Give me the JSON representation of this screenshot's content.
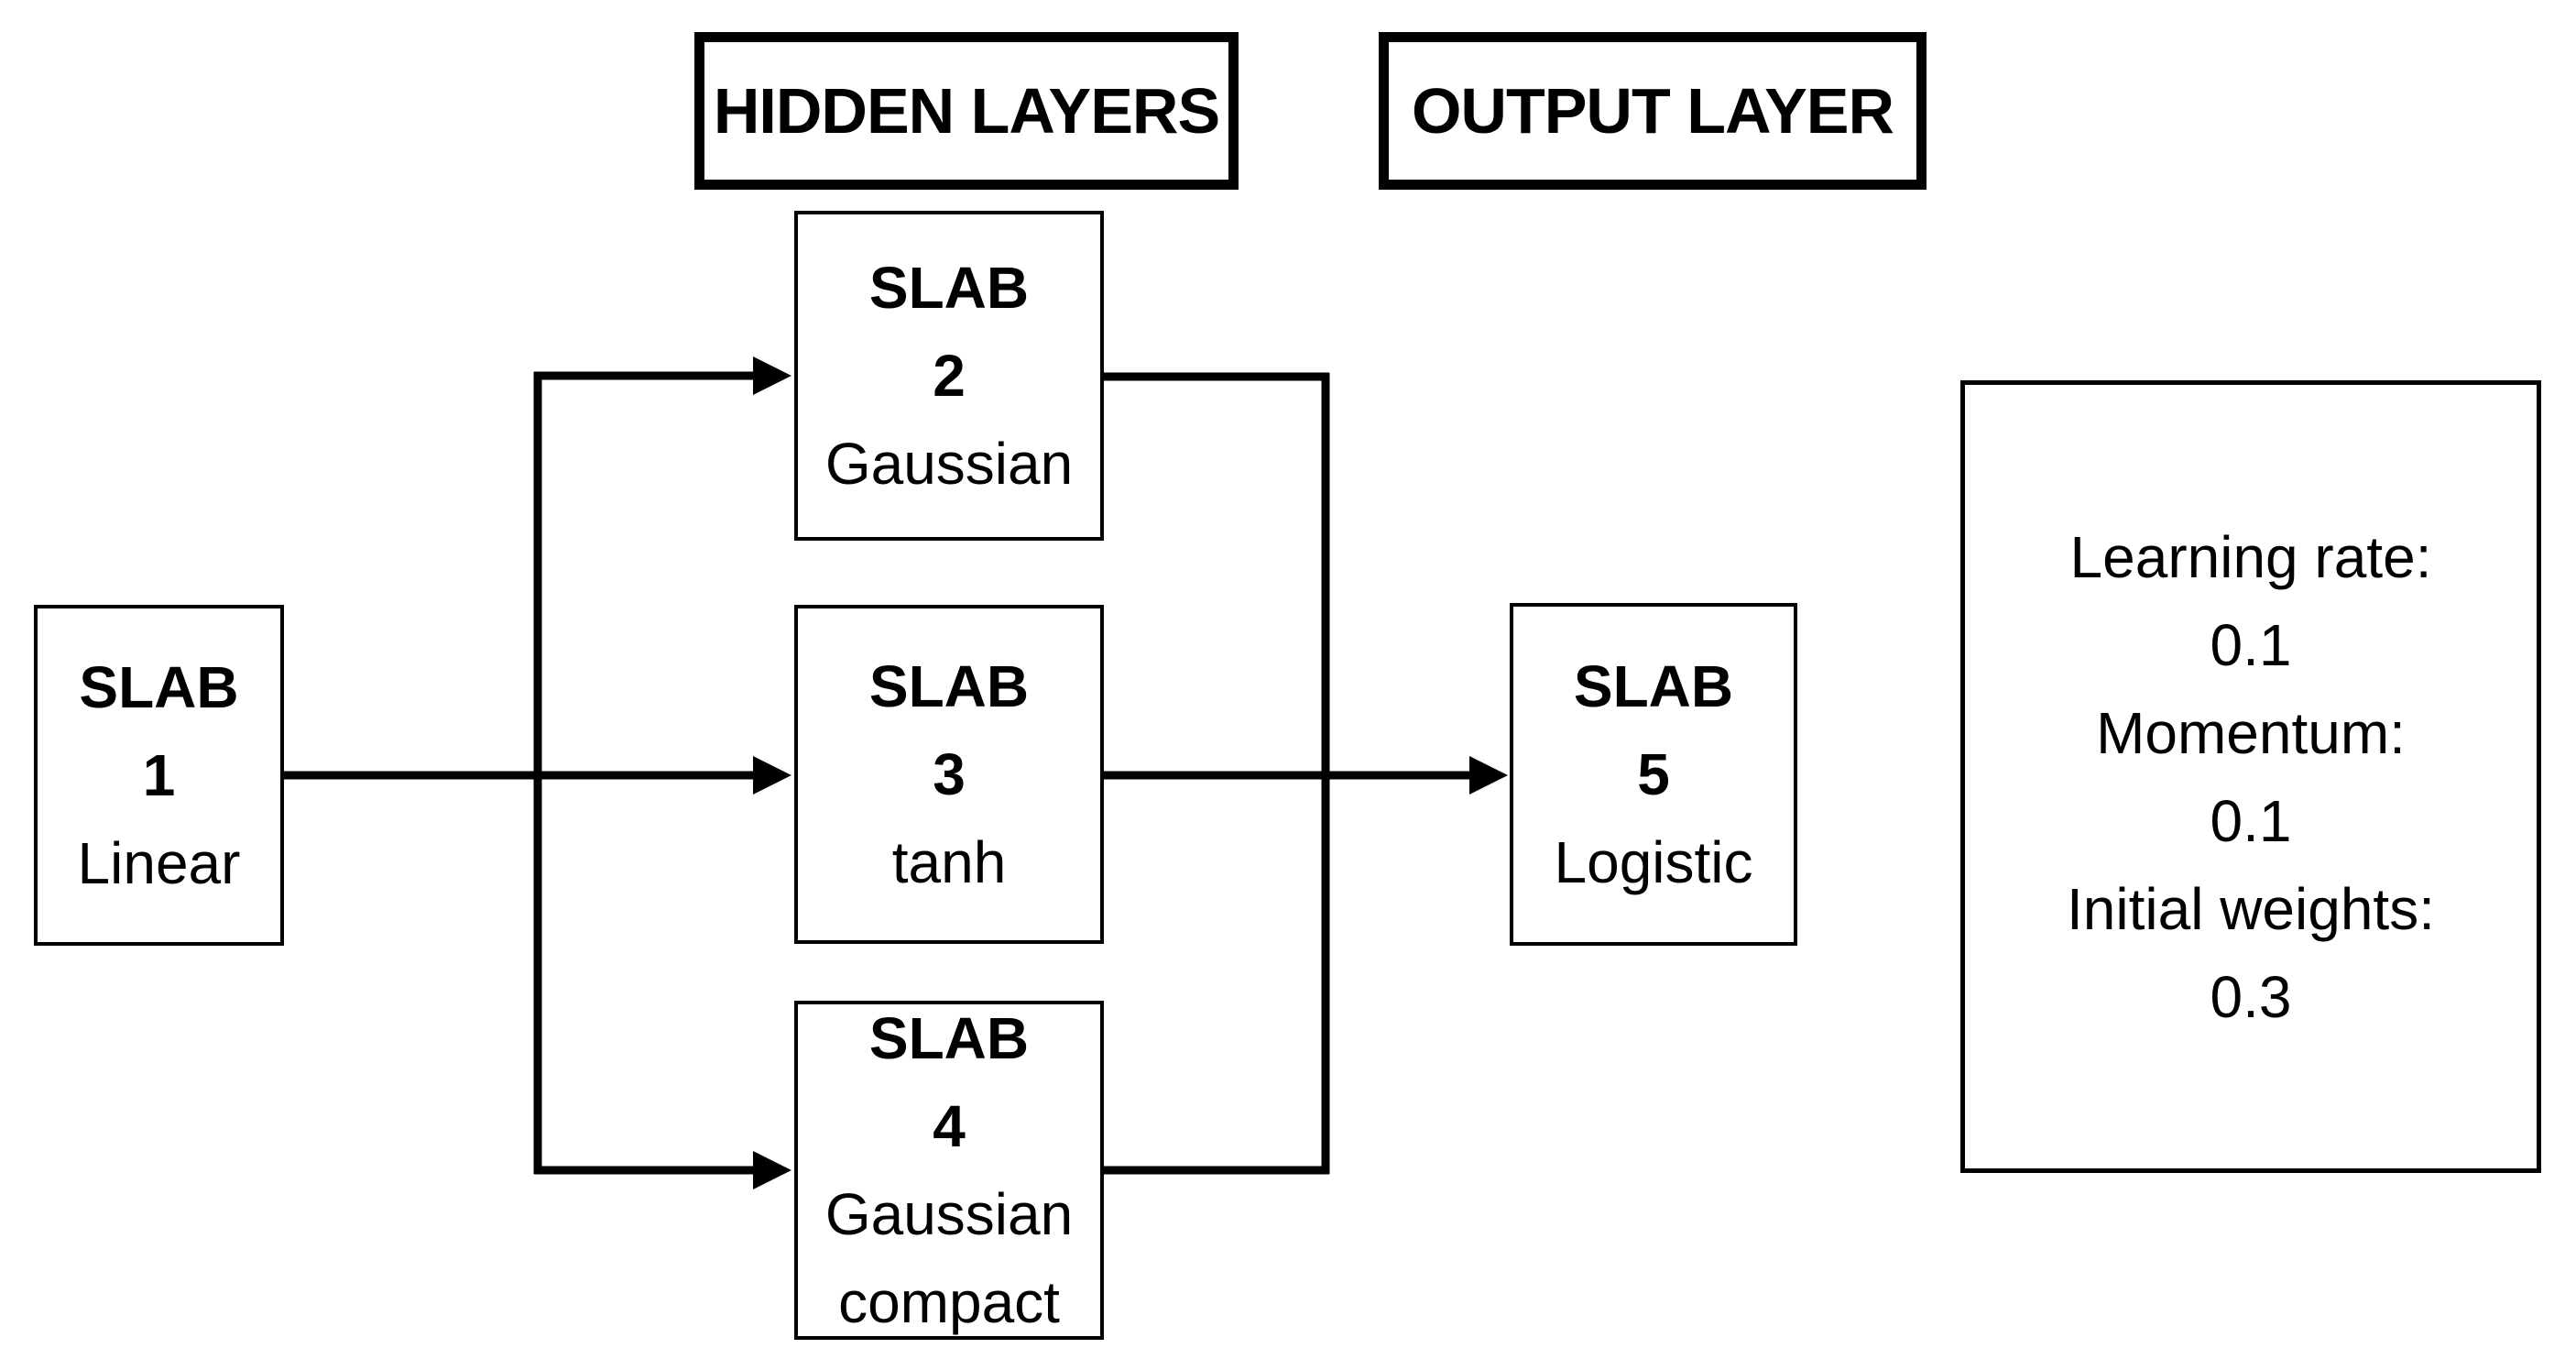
{
  "diagram": {
    "headers": {
      "hidden": {
        "label": "HIDDEN LAYERS"
      },
      "output": {
        "label": "OUTPUT LAYER"
      }
    },
    "slabs": [
      {
        "name": "SLAB",
        "number": "1",
        "activation": "Linear"
      },
      {
        "name": "SLAB",
        "number": "2",
        "activation": "Gaussian"
      },
      {
        "name": "SLAB",
        "number": "3",
        "activation": "tanh"
      },
      {
        "name": "SLAB",
        "number": "4",
        "activation": "Gaussian compact"
      },
      {
        "name": "SLAB",
        "number": "5",
        "activation": "Logistic"
      }
    ],
    "connections": [
      {
        "from": "slab-1",
        "to": "slab-2"
      },
      {
        "from": "slab-1",
        "to": "slab-3"
      },
      {
        "from": "slab-1",
        "to": "slab-4"
      },
      {
        "from": "slab-2",
        "to": "slab-5"
      },
      {
        "from": "slab-3",
        "to": "slab-5"
      },
      {
        "from": "slab-4",
        "to": "slab-5"
      }
    ],
    "training_parameters": {
      "lines": [
        "Learning rate:",
        "0.1",
        "Momentum:",
        "0.1",
        "Initial weights:",
        "0.3"
      ]
    },
    "colors": {
      "line": "#000000",
      "text": "#000000",
      "background": "#ffffff"
    }
  }
}
